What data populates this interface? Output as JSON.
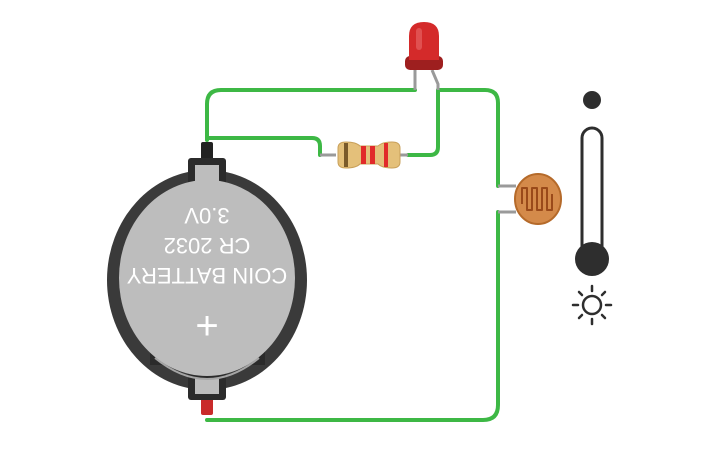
{
  "battery": {
    "line1": "COIN BATTERY",
    "line2": "CR 2032",
    "line3": "3.0V",
    "polarity_symbol": "+"
  },
  "colors": {
    "wire": "#3db845",
    "battery_case": "#3a3a3a",
    "battery_face": "#bdbdbd",
    "led": "#d42a2a",
    "resistor_body": "#e4c07a",
    "resistor_band": "#e12a2a",
    "ldr_body": "#d48a4a",
    "ldr_trace": "#9a4a1a",
    "slider_knob": "#2e2e2e"
  },
  "light_slider": {
    "icon": "sun-icon",
    "level_fraction": 0.0
  }
}
